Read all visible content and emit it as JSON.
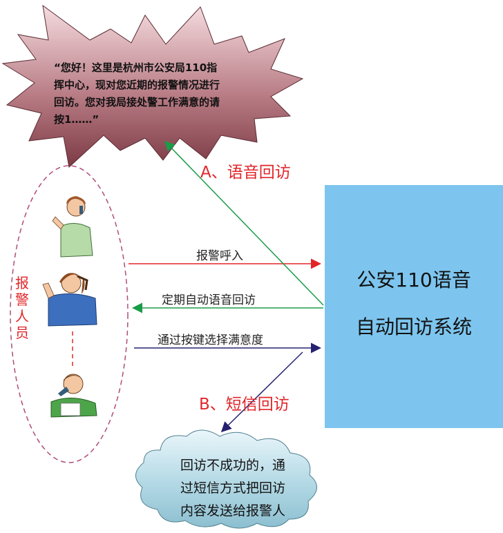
{
  "burst": {
    "text": "“您好！这里是杭州市公安局110指\n挥中心，现对您近期的报警情况进行\n回访。您对我局接处警工作满意的请\n按1……”"
  },
  "label_a": "A、语音回访",
  "label_b": "B、短信回访",
  "arrows": {
    "call_in": "报警呼入",
    "auto_callback": "定期自动语音回访",
    "key_select": "通过按键选择满意度"
  },
  "system": {
    "line1": "公安110语音",
    "line2": "自动回访系统"
  },
  "cloud": {
    "text": "回访不成功的，通\n过短信方式把回访\n内容发送给报警人"
  },
  "reporters_label": "报\n警\n人\n员",
  "colors": {
    "burst_fill": "#b56d78",
    "system_fill": "#7dc5ee",
    "cloud_fill": "#b9dce8",
    "red": "#e0262a",
    "green": "#1a9b48",
    "navy": "#25206f"
  }
}
